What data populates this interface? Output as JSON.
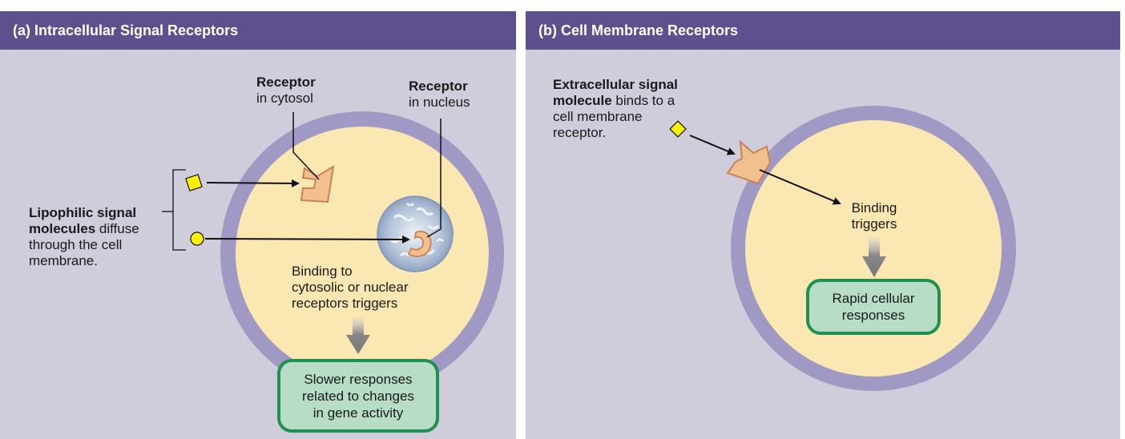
{
  "panel_a": {
    "title": "(a) Intracellular Signal Receptors",
    "receptor_cytosol": {
      "bold": "Receptor",
      "rest": "in cytosol"
    },
    "receptor_nucleus": {
      "bold": "Receptor",
      "rest": "in nucleus"
    },
    "lipophilic": {
      "bold1": "Lipophilic signal",
      "bold2": "molecules",
      "rest2": " diffuse",
      "line3": "through the cell",
      "line4": "membrane."
    },
    "binding": {
      "line1": "Binding to",
      "line2": "cytosolic or nuclear",
      "line3": "receptors triggers"
    },
    "response": {
      "line1": "Slower responses",
      "line2": "related to changes",
      "line3": "in gene activity"
    }
  },
  "panel_b": {
    "title": "(b) Cell Membrane Receptors",
    "extracellular": {
      "bold1": "Extracellular signal",
      "bold2": "molecule",
      "rest2": " binds to a",
      "line3": "cell membrane",
      "line4": "receptor."
    },
    "binding": {
      "line1": "Binding",
      "line2": "triggers"
    },
    "response": {
      "line1": "Rapid cellular",
      "line2": "responses"
    }
  },
  "colors": {
    "header": "#5e4f8d",
    "panel_bg": "#cfccdc",
    "membrane": "#a099c4",
    "cytoplasm": "#fbe7b2",
    "receptor": "#f2bf8e",
    "signal_molecule": "#fff200",
    "response_box_border": "#1e9150",
    "response_box_fill": "#b7ddc7"
  }
}
